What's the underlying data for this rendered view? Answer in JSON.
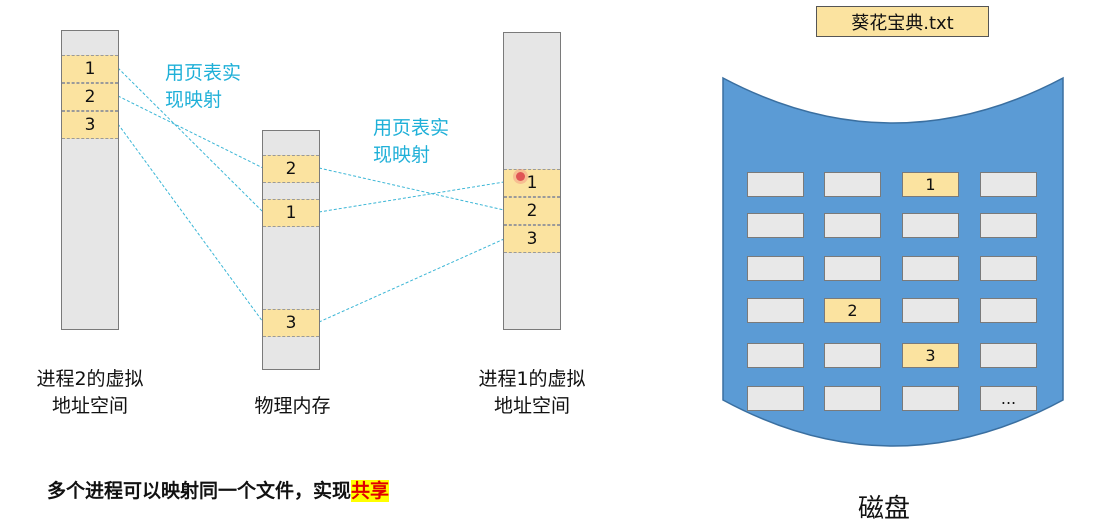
{
  "proc2": {
    "slots": [
      "1",
      "2",
      "3"
    ],
    "caption_line1": "进程2的虚拟",
    "caption_line2": "地址空间"
  },
  "phys": {
    "slots": [
      "2",
      "1",
      "3"
    ],
    "caption": "物理内存"
  },
  "proc1": {
    "slots": [
      "1",
      "2",
      "3"
    ],
    "caption_line1": "进程1的虚拟",
    "caption_line2": "地址空间"
  },
  "mapping_label_line1": "用页表实",
  "mapping_label_line2": "现映射",
  "file": {
    "name": "葵花宝典.txt"
  },
  "disk": {
    "caption": "磁盘",
    "color": "#5b9bd5",
    "cells": {
      "r0c2": "1",
      "r3c1": "2",
      "r4c2": "3",
      "r5c3": "..."
    }
  },
  "bottom": {
    "text": "多个进程可以映射同一个文件，实现",
    "highlight": "共享"
  },
  "colors": {
    "slot": "#fbe3a0",
    "mapping_line": "#3bb6d6",
    "highlight_bg": "#ffff00",
    "highlight_fg": "#e00000"
  }
}
